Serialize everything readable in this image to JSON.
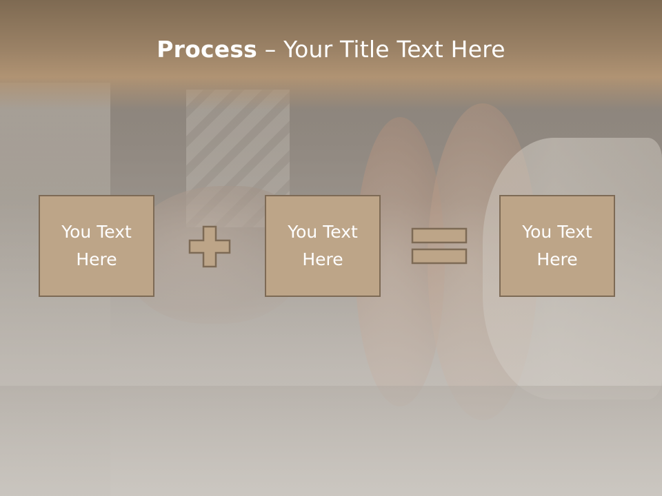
{
  "title": {
    "strong": "Process",
    "normal": " – Your Title Text Here"
  },
  "steps": [
    {
      "text": "You Text Here"
    },
    {
      "text": "You Text Here"
    },
    {
      "text": "You Text Here"
    }
  ],
  "operators": [
    "plus",
    "equals"
  ],
  "colors": {
    "title_band": "#9b8266",
    "box_fill": "#bda588",
    "box_border": "#7d6a55",
    "text": "#ffffff"
  }
}
